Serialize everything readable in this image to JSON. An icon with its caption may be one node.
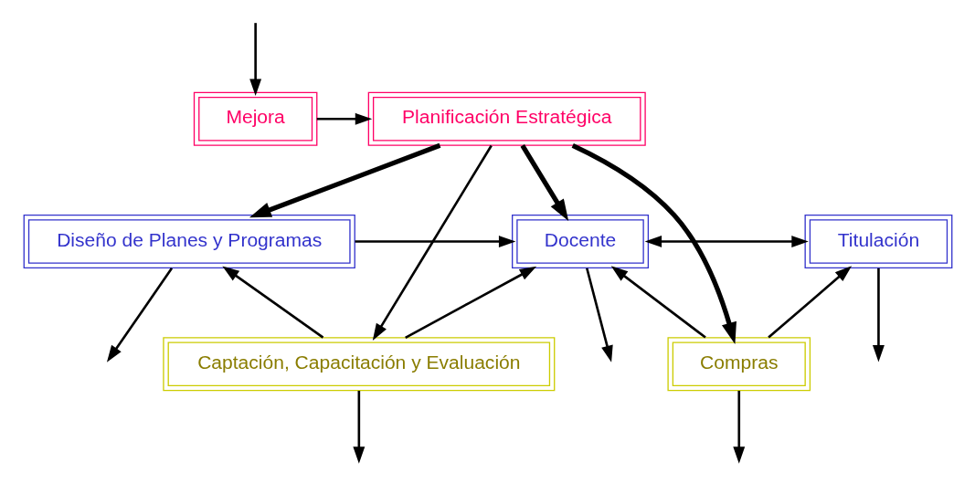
{
  "diagram": {
    "nodes": [
      {
        "text": [
          "Planificación Estratégica"
        ]
      },
      {
        "text": [
          "Mejora"
        ]
      },
      {
        "text": [
          "Diseño de Planes y Programas"
        ]
      },
      {
        "text": [
          "Docente"
        ]
      },
      {
        "text": [
          "Titulación"
        ]
      },
      {
        "text": [
          "Captación, Capacitación y Evaluación"
        ]
      },
      {
        "text": [
          "Compras"
        ]
      }
    ],
    "edges": [
      {
        "from": null,
        "to": 1,
        "arrow": "to"
      },
      {
        "from": 1,
        "to": 0,
        "arrow": "to"
      },
      {
        "from": 0,
        "to": 2,
        "arrow": "to",
        "style": "thick"
      },
      {
        "from": 0,
        "to": 3,
        "arrow": "to",
        "style": "thick"
      },
      {
        "from": 2,
        "to": null,
        "arrow": "to"
      },
      {
        "from": 3,
        "to": null,
        "arrow": "to"
      },
      {
        "from": 2,
        "to": 3,
        "arrow": "to"
      },
      {
        "from": 3,
        "to": 4,
        "arrow": "both"
      },
      {
        "from": 4,
        "to": null,
        "arrow": "to"
      },
      {
        "from": 5,
        "to": 2,
        "arrow": "to"
      },
      {
        "from": 5,
        "to": 3,
        "arrow": "to"
      },
      {
        "from": 6,
        "to": 3,
        "arrow": "to"
      },
      {
        "from": 6,
        "to": 4,
        "arrow": "to"
      },
      {
        "from": 6,
        "to": null,
        "arrow": "to"
      },
      {
        "from": 5,
        "to": null,
        "arrow": "to"
      },
      {
        "from": 0,
        "to": 5,
        "arrow": "to"
      },
      {
        "from": 0,
        "to": 6,
        "arrow": "to",
        "style": "thick"
      }
    ]
  }
}
